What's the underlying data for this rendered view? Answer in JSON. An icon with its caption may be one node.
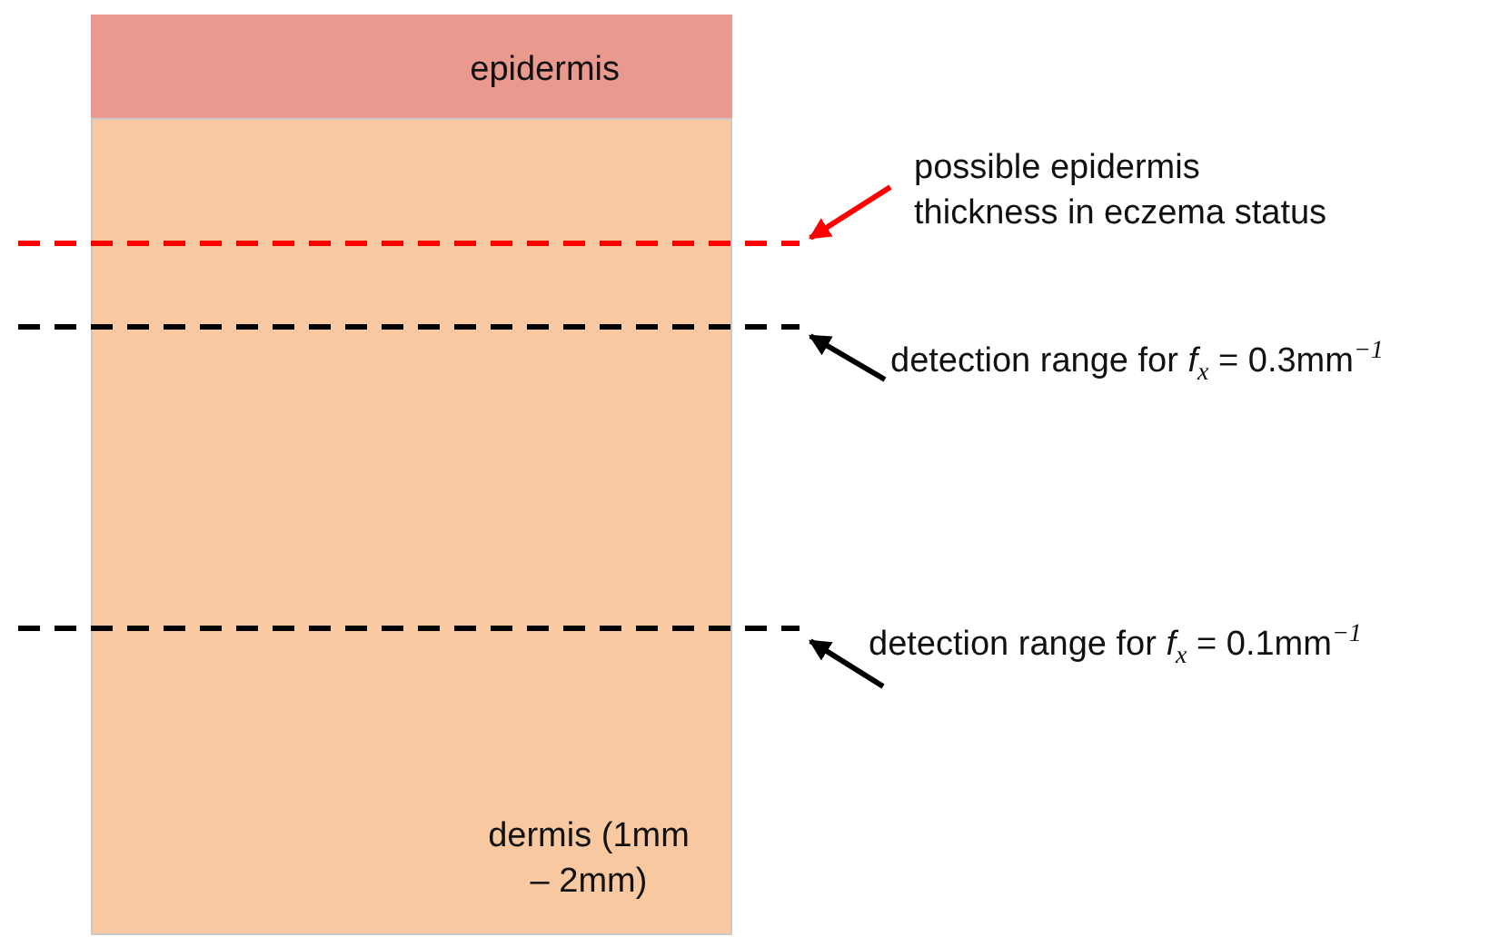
{
  "diagram": {
    "nodes": [
      {
        "text": [
          "epidermis"
        ]
      },
      {
        "text": [
          "dermis (1mm – 2mm)"
        ]
      },
      {
        "text": [
          "possible epidermis thickness in eczema status"
        ]
      },
      {
        "text": [
          "detection range for *f*$_{x}$ = 0.3mm$^{−1}$"
        ]
      },
      {
        "text": [
          "detection range for *f*$_{x}$ = 0.1mm$^{−1}$"
        ]
      },
      {
        "text": [],
        "shape": "line"
      },
      {
        "text": [],
        "shape": "line"
      },
      {
        "text": [],
        "shape": "line"
      }
    ],
    "edges": [
      {
        "from": 2,
        "to": 5,
        "arrow": "to",
        "color": "#ff0000"
      },
      {
        "from": 3,
        "to": 6,
        "arrow": "to"
      },
      {
        "from": 4,
        "to": 7,
        "arrow": "to"
      }
    ]
  }
}
